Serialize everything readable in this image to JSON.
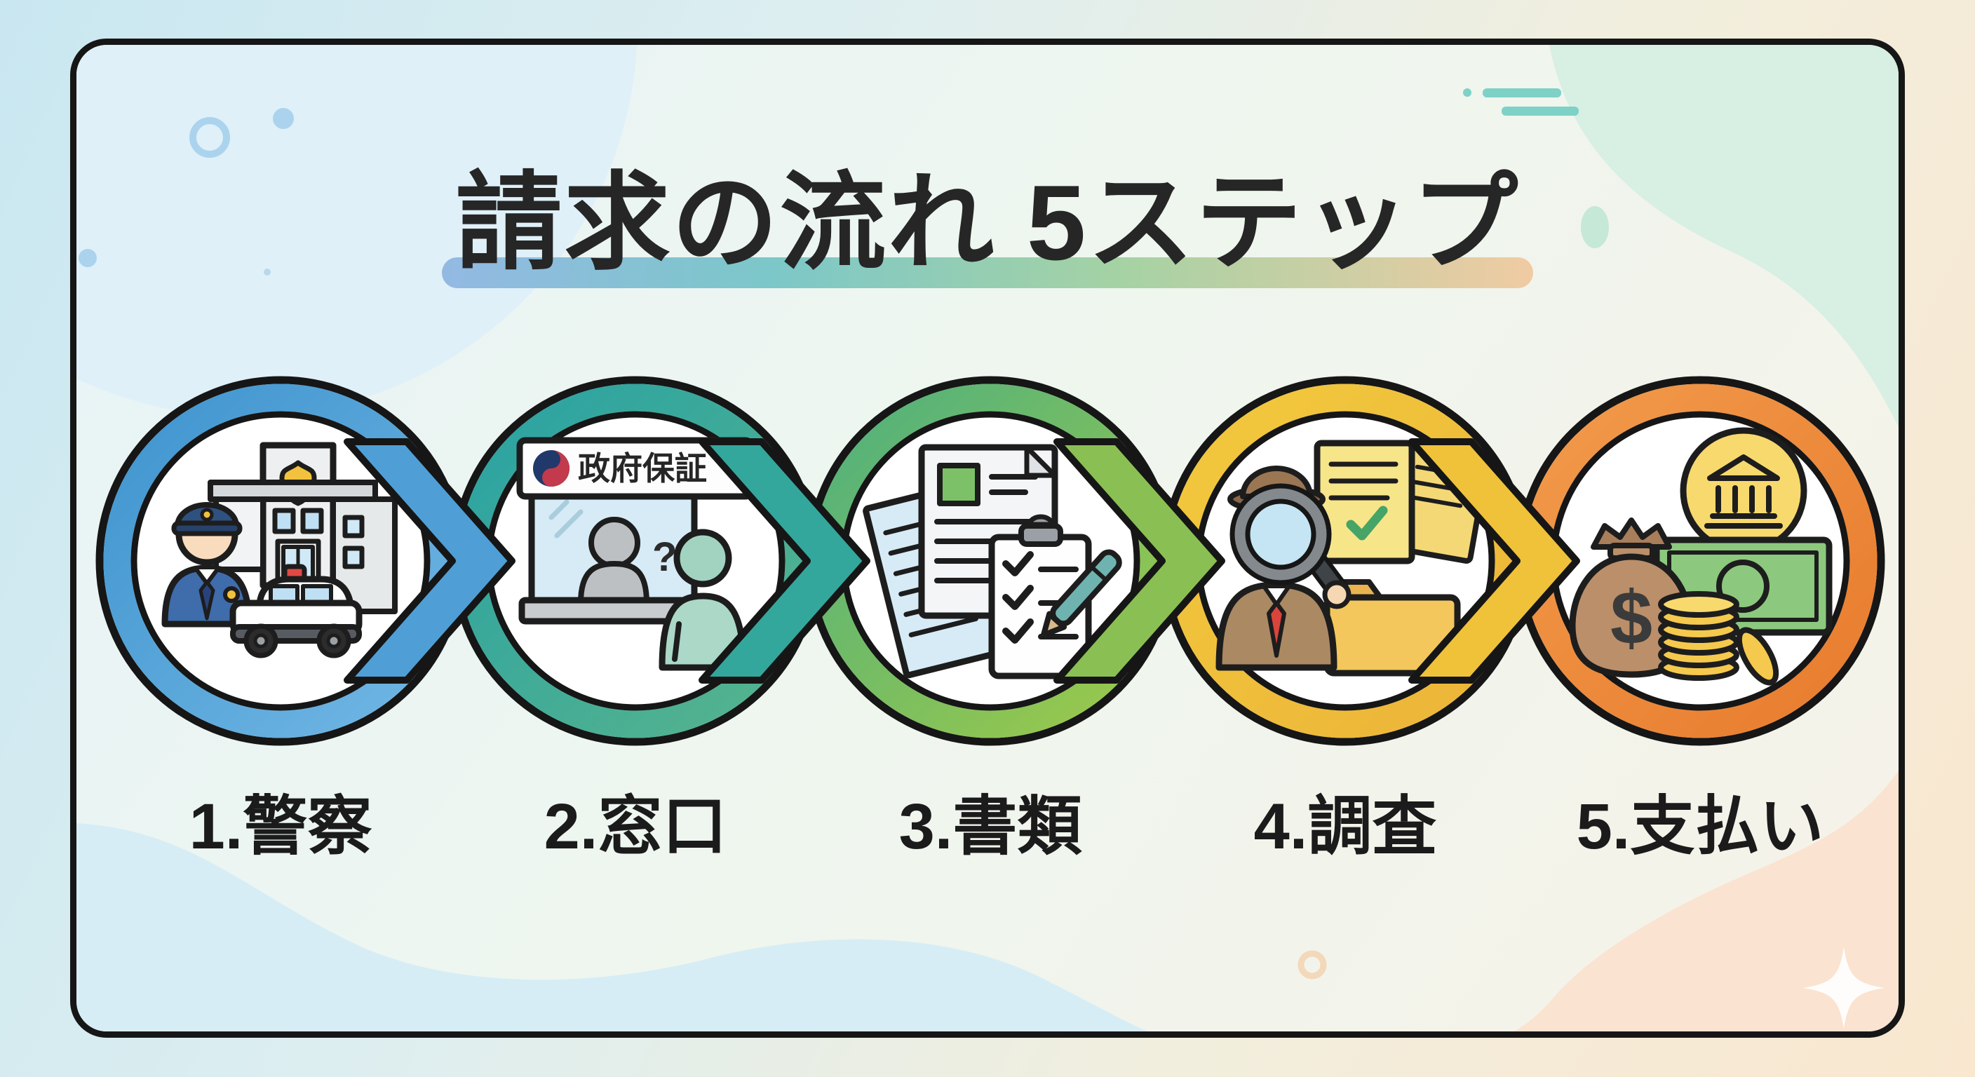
{
  "title": "請求の流れ 5ステップ",
  "accent_bar": {
    "gradient_colors": [
      "#93b9e3",
      "#7cc7c9",
      "#a5d2a4",
      "#f0cba3"
    ]
  },
  "steps": [
    {
      "label": "1.警察",
      "icon": "police-station",
      "ring": {
        "from": "#3f94ce",
        "to": "#71b7e5"
      },
      "chevron_color": "#4f9fd6"
    },
    {
      "label": "2.窓口",
      "icon": "service-counter",
      "sign_text": "政府保証",
      "question_mark": "?",
      "ring": {
        "from": "#29a2a3",
        "to": "#57b48c"
      },
      "chevron_color": "#34a79d"
    },
    {
      "label": "3.書類",
      "icon": "documents-checklist",
      "ring": {
        "from": "#4fb07e",
        "to": "#9eca48"
      },
      "chevron_color": "#8ac053"
    },
    {
      "label": "4.調査",
      "icon": "detective-investigation",
      "ring": {
        "from": "#f2c93d",
        "to": "#ecb438"
      },
      "chevron_color": "#f0c23a"
    },
    {
      "label": "5.支払い",
      "icon": "money-payment",
      "currency_symbol": "$",
      "ring": {
        "from": "#f29a4b",
        "to": "#e87b2d"
      }
    }
  ]
}
